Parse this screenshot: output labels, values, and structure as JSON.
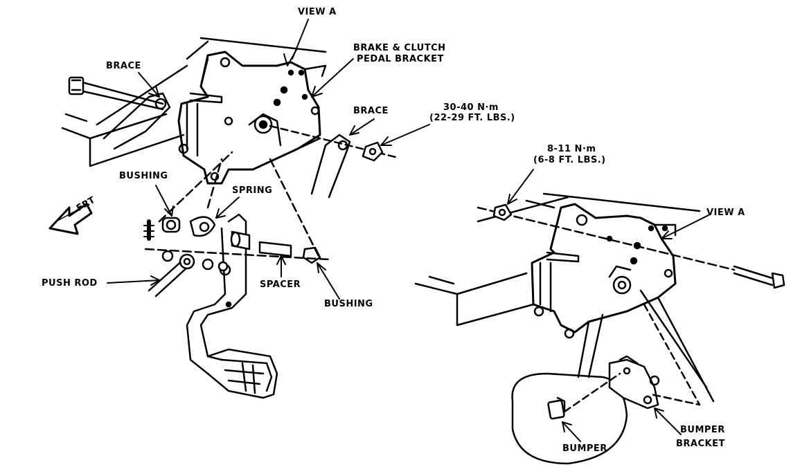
{
  "labels": {
    "view_a_top": "VIEW A",
    "brace_left": "BRACE",
    "bracket_line1": "BRAKE & CLUTCH",
    "bracket_line2": "PEDAL BRACKET",
    "brace_right": "BRACE",
    "torque_nut_line1": "30-40 N·m",
    "torque_nut_line2": "(22-29 FT. LBS.)",
    "torque_bolt_line1": "8-11 N·m",
    "torque_bolt_line2": "(6-8 FT. LBS.)",
    "bushing_top": "BUSHING",
    "spring": "SPRING",
    "frt": "FRT",
    "push_rod": "PUSH ROD",
    "spacer": "SPACER",
    "bushing_bottom": "BUSHING",
    "view_a_right": "VIEW A",
    "bumper_bracket_line1": "BUMPER",
    "bumper_bracket_line2": "BRACKET",
    "bumper": "BUMPER"
  },
  "colors": {
    "ink": "#000000",
    "paper": "#ffffff"
  }
}
